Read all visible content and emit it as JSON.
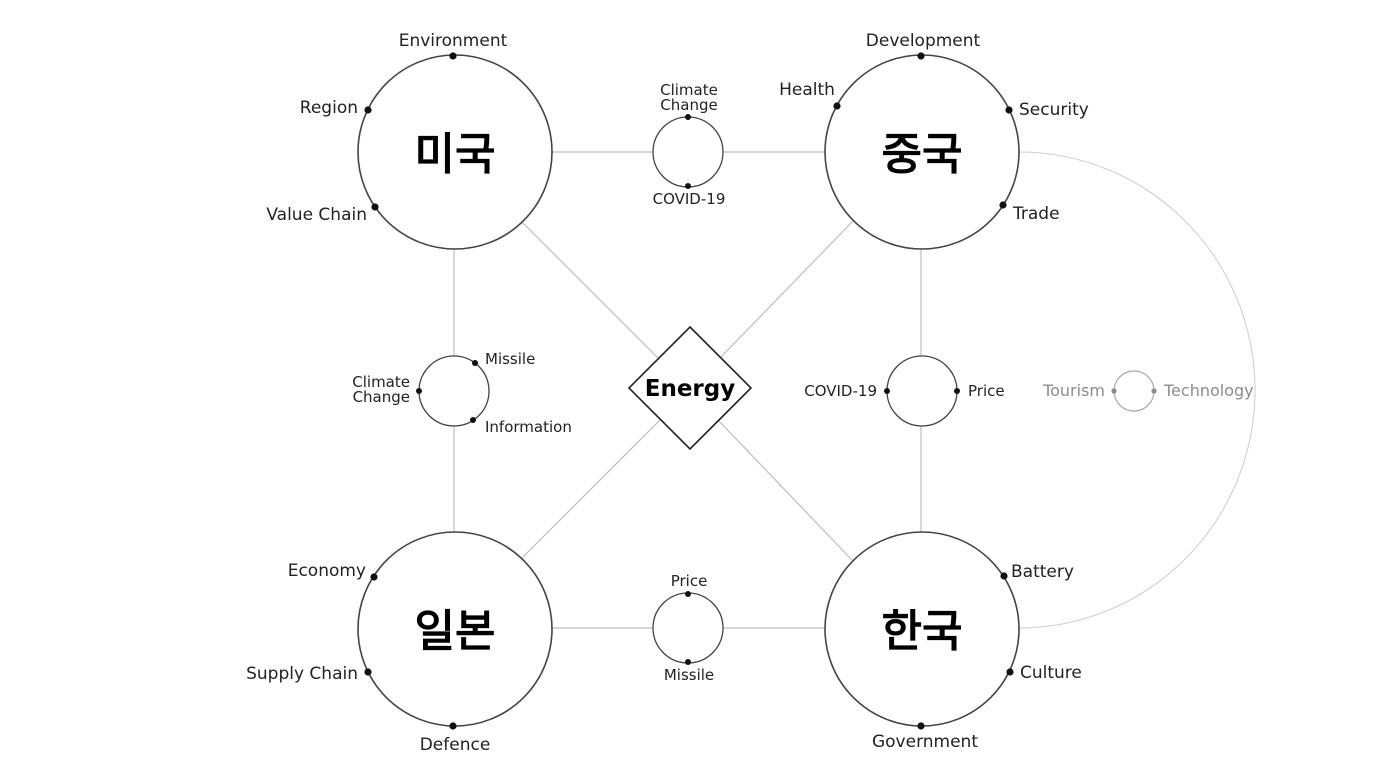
{
  "center": {
    "label": "Energy"
  },
  "countries": {
    "usa": {
      "name": "미국",
      "topics": [
        "Environment",
        "Region",
        "Value Chain"
      ]
    },
    "china": {
      "name": "중국",
      "topics": [
        "Development",
        "Health",
        "Security",
        "Trade"
      ]
    },
    "japan": {
      "name": "일본",
      "topics": [
        "Economy",
        "Supply Chain",
        "Defence"
      ]
    },
    "korea": {
      "name": "한국",
      "topics": [
        "Battery",
        "Culture",
        "Government"
      ]
    }
  },
  "links": {
    "usa_china": {
      "labels": [
        "Climate",
        "Change",
        "COVID-19"
      ]
    },
    "usa_japan": {
      "labels": [
        "Missile",
        "Climate",
        "Change",
        "Information"
      ]
    },
    "china_korea": {
      "labels": [
        "COVID-19",
        "Price"
      ]
    },
    "japan_korea": {
      "labels": [
        "Price",
        "Missile"
      ]
    },
    "china_korea_outer": {
      "labels": [
        "Tourism",
        "Technology"
      ]
    }
  },
  "colors": {
    "node_stroke": "#444444",
    "connector": "#bdbdbd",
    "muted_text": "#8c8c8c"
  }
}
